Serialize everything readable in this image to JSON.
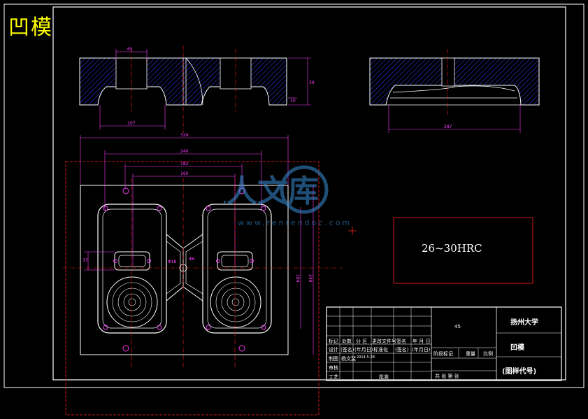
{
  "drawing": {
    "title": "凹模",
    "hardness_note": "26~30HRC"
  },
  "dimensions": {
    "top_left_width": "65",
    "top_left_height": "39",
    "top_left_small": "10",
    "top_left_base": "107",
    "top_right_base": "287",
    "plan_overall": "329",
    "plan_240": "240",
    "plan_182": "182",
    "plan_160": "160",
    "plan_height_a": "184",
    "plan_height_b": "248",
    "small_a": "37",
    "small_b": "Φ18",
    "small_c": "Φ6"
  },
  "watermark": {
    "brand": "人人文库",
    "url": "www.renrendoc.com"
  },
  "title_block": {
    "material": "45",
    "university": "扬州大学",
    "part_name": "凹模",
    "drawing_code": "(图样代号)",
    "row1": [
      "标记",
      "处数",
      "分 区",
      "更改文件号",
      "签名",
      "年 月 日"
    ],
    "row2": [
      "设计",
      "(签名)",
      "(年月日)",
      "标准化",
      "(签名)",
      "(年月日)"
    ],
    "row3": [
      "制图",
      "杨文斐",
      "2014-5-28"
    ],
    "row4": [
      "审核"
    ],
    "row5": [
      "工艺",
      "批准"
    ],
    "stage_label": "阶段标记",
    "weight_label": "重量",
    "scale_label": "比例",
    "sheet_text": "共   张  第   张"
  }
}
